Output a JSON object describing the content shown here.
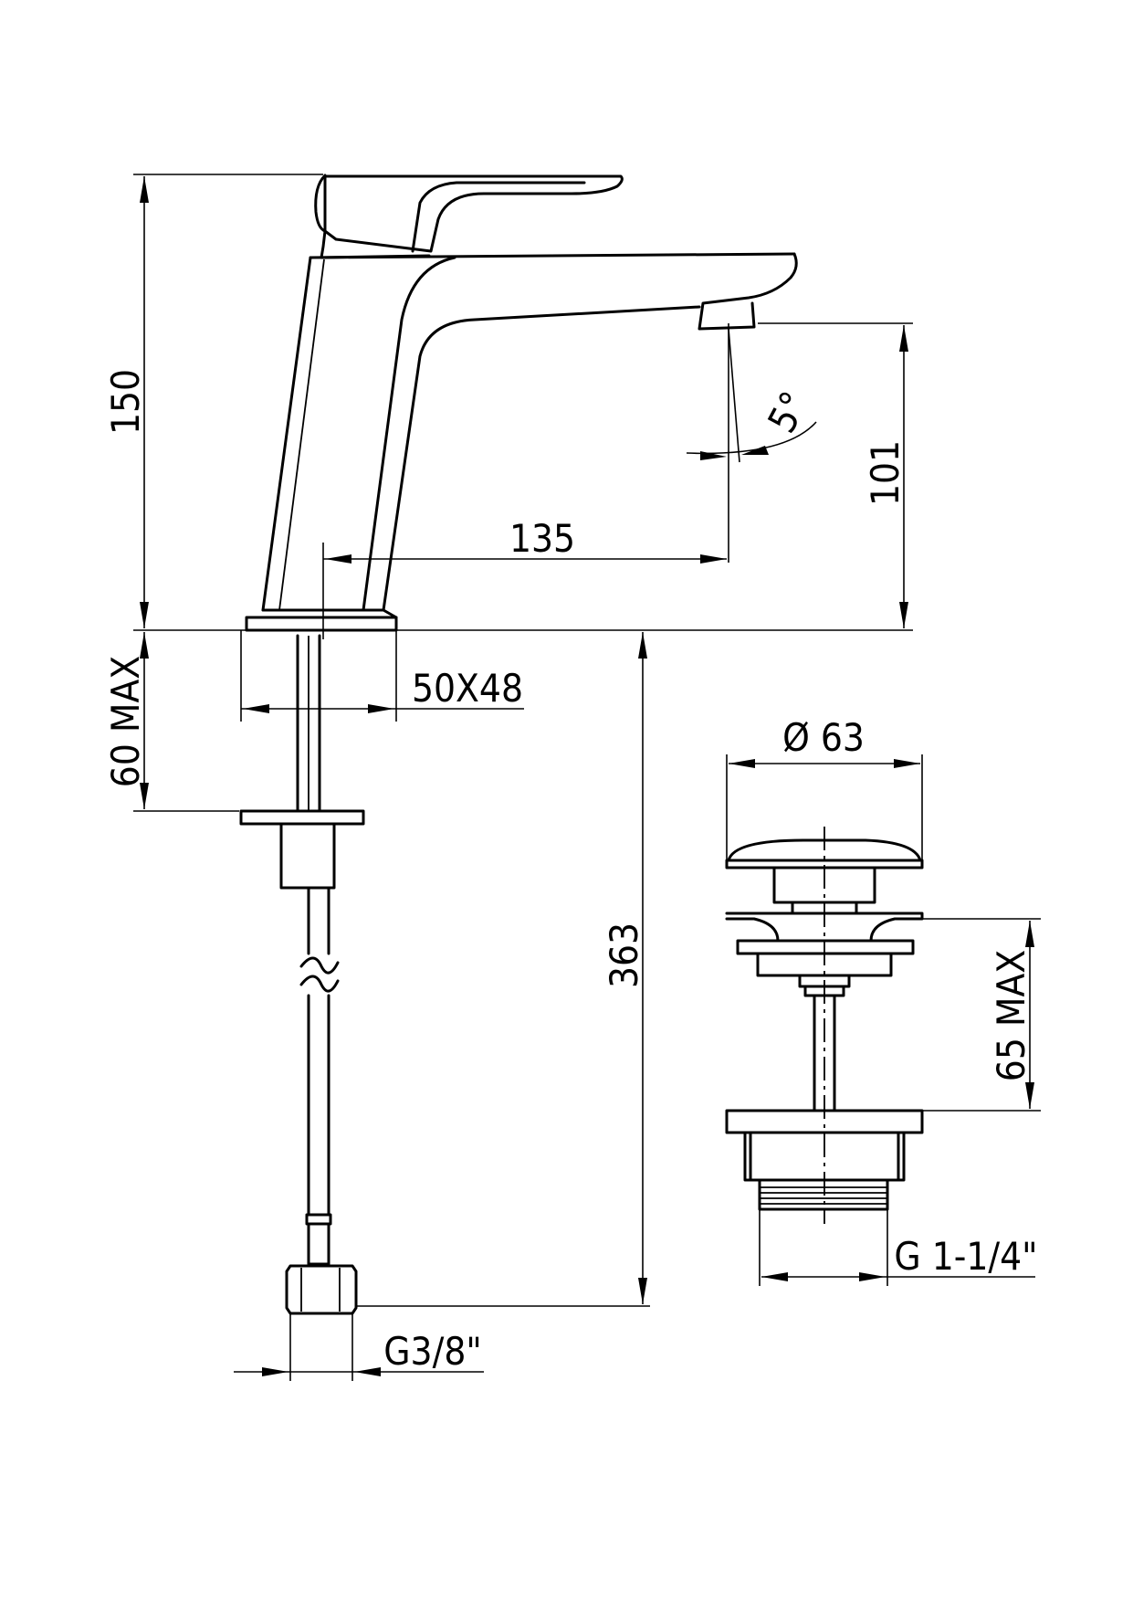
{
  "dimensions": {
    "height_total": "150",
    "spout_height": "101",
    "spout_reach": "135",
    "spout_angle": "5°",
    "base_size": "50X48",
    "max_deck_thickness": "60 MAX",
    "hose_length": "363",
    "hose_connection": "G3/8\"",
    "drain_diameter": "Ø 63",
    "drain_max_thickness": "65 MAX",
    "drain_thread": "G  1-1/4\""
  }
}
